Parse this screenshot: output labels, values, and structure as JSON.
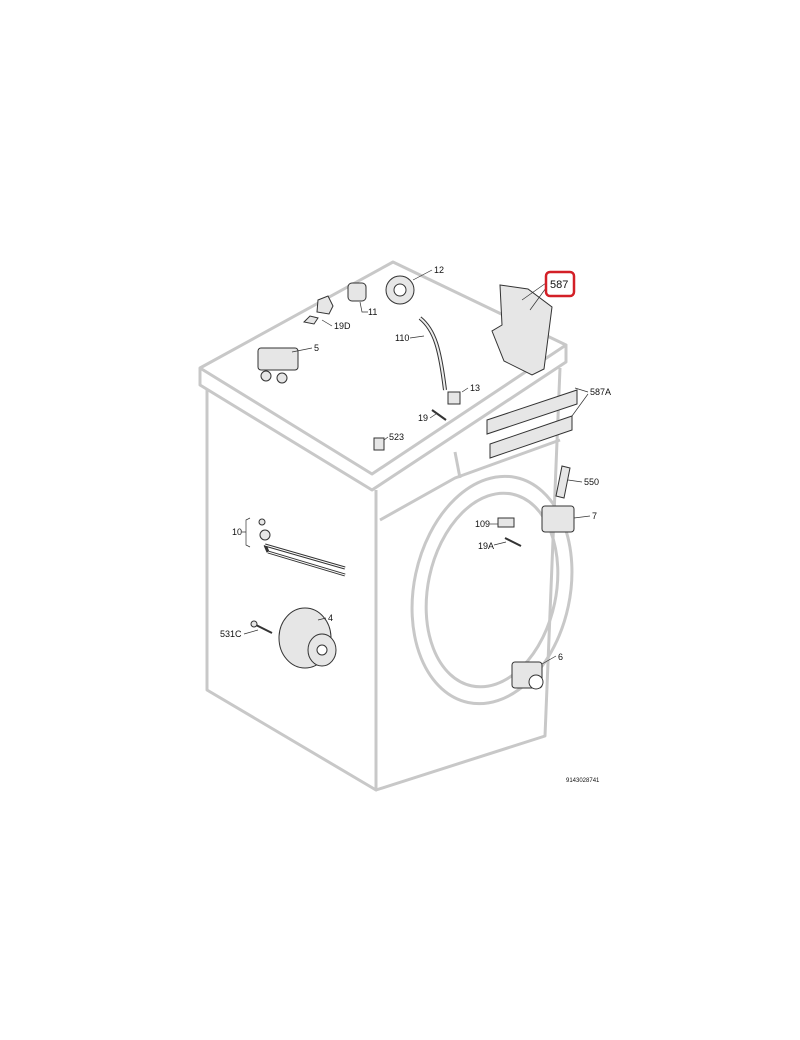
{
  "diagram": {
    "highlight_color": "#d32027",
    "labels": {
      "p12": "12",
      "p587": "587",
      "p11": "11",
      "p19D": "19D",
      "p110": "110",
      "p5": "5",
      "p13": "13",
      "p587A": "587A",
      "p19": "19",
      "p523": "523",
      "p550": "550",
      "p7": "7",
      "p10": "10",
      "p109": "109",
      "p19A": "19A",
      "p4": "4",
      "p531C": "531C",
      "p6": "6"
    },
    "drawing_number": "9143028741"
  }
}
